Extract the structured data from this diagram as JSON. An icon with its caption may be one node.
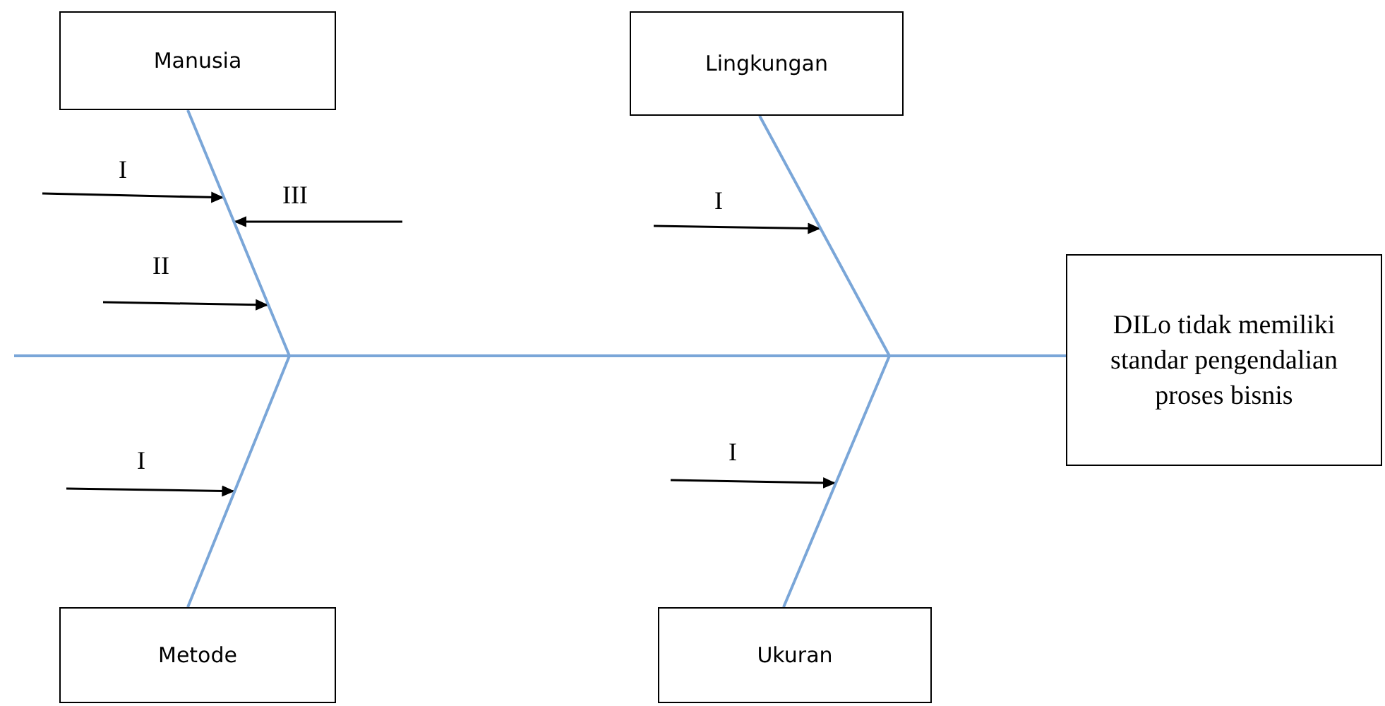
{
  "diagram": {
    "nodes": [
      {
        "text": [
          "Manusia"
        ]
      },
      {
        "text": [
          "Lingkungan"
        ]
      },
      {
        "text": [
          "DILo tidak memiliki standar pengendalian proses bisnis"
        ]
      },
      {
        "text": [
          "Metode"
        ]
      },
      {
        "text": [
          "Ukuran"
        ]
      },
      {
        "text": [],
        "shape": "line"
      },
      {
        "text": [],
        "shape": "line"
      },
      {
        "text": [],
        "shape": "line"
      },
      {
        "text": [],
        "shape": "line"
      }
    ],
    "edges": [
      {
        "from": 5,
        "to": 2,
        "arrow": "none",
        "color": "#7aa6d8"
      },
      {
        "from": 6,
        "to": 2,
        "arrow": "none",
        "color": "#7aa6d8"
      },
      {
        "from": 7,
        "to": 2,
        "arrow": "none",
        "color": "#7aa6d8"
      },
      {
        "from": 8,
        "to": 2,
        "arrow": "none",
        "color": "#7aa6d8"
      },
      {
        "from": null,
        "to": 5,
        "arrow": "to",
        "label": "I"
      },
      {
        "from": null,
        "to": 5,
        "arrow": "to",
        "label": "III"
      },
      {
        "from": null,
        "to": 5,
        "arrow": "to",
        "label": "II"
      },
      {
        "from": null,
        "to": 7,
        "arrow": "to",
        "label": "I"
      },
      {
        "from": null,
        "to": 6,
        "arrow": "to",
        "label": "I"
      },
      {
        "from": null,
        "to": 8,
        "arrow": "to",
        "label": "I"
      }
    ]
  }
}
